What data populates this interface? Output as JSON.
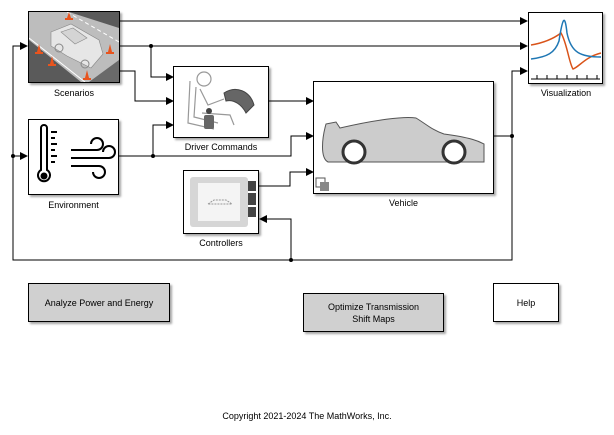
{
  "blocks": {
    "scenarios": {
      "label": "Scenarios"
    },
    "driver_commands": {
      "label": "Driver Commands"
    },
    "environment": {
      "label": "Environment"
    },
    "controllers": {
      "label": "Controllers"
    },
    "vehicle": {
      "label": "Vehicle"
    },
    "visualization": {
      "label": "Visualization"
    }
  },
  "buttons": {
    "analyze": {
      "label": "Analyze Power and Energy"
    },
    "optimize": {
      "line1": "Optimize Transmission",
      "line2": "Shift Maps"
    },
    "help": {
      "label": "Help"
    }
  },
  "footer": {
    "copyright": "Copyright 2021-2024 The MathWorks, Inc."
  },
  "colors": {
    "signal_line": "#000000",
    "block_gray": "#d0d0d0",
    "plot_blue": "#1f77b4",
    "plot_orange": "#d95319",
    "cone_orange": "#e8541e"
  }
}
